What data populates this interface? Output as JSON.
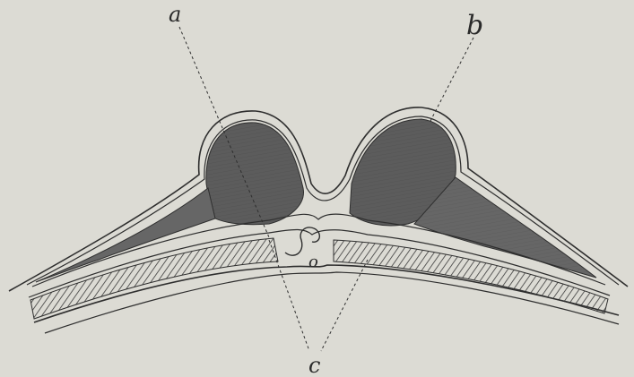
{
  "figure": {
    "labels": {
      "a": "a",
      "b": "b",
      "c": "c",
      "o": "o"
    }
  },
  "colors": {
    "paper": "#dcdbd4",
    "ink": "#2e2e2e",
    "muscle": "#5c5c5c",
    "muscle_light": "#7a7a7a",
    "layer": "#c9c8c0"
  }
}
